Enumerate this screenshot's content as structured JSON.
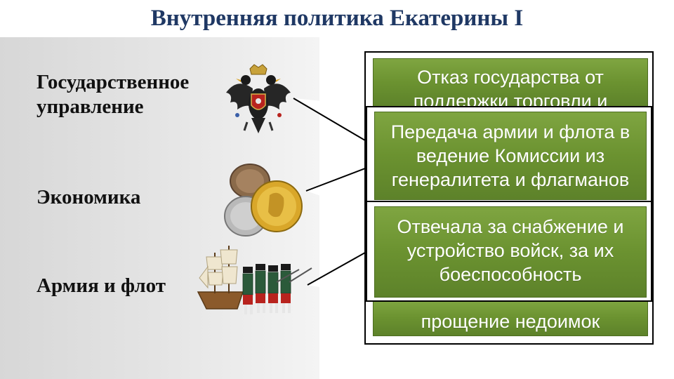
{
  "title": "Внутренняя политика Екатерины I",
  "categories": [
    {
      "label": "Государственное управление",
      "icon": "double-headed-eagle-icon"
    },
    {
      "label": "Экономика",
      "icon": "coins-icon"
    },
    {
      "label": "Армия и флот",
      "icon": "ship-soldiers-icon"
    }
  ],
  "callouts": {
    "first_visible": "Отказ государства от поддержки торговли и",
    "first_bottom": "прощение недоимок",
    "second": "Передача армии и флота в ведение Комиссии из генералитета и флагманов",
    "third": "Отвечала за снабжение и устройство войск, за их боеспособность"
  },
  "colors": {
    "title": "#1f3864",
    "box_green": "#6b9230",
    "panel_gray": "#dcdcdc"
  }
}
